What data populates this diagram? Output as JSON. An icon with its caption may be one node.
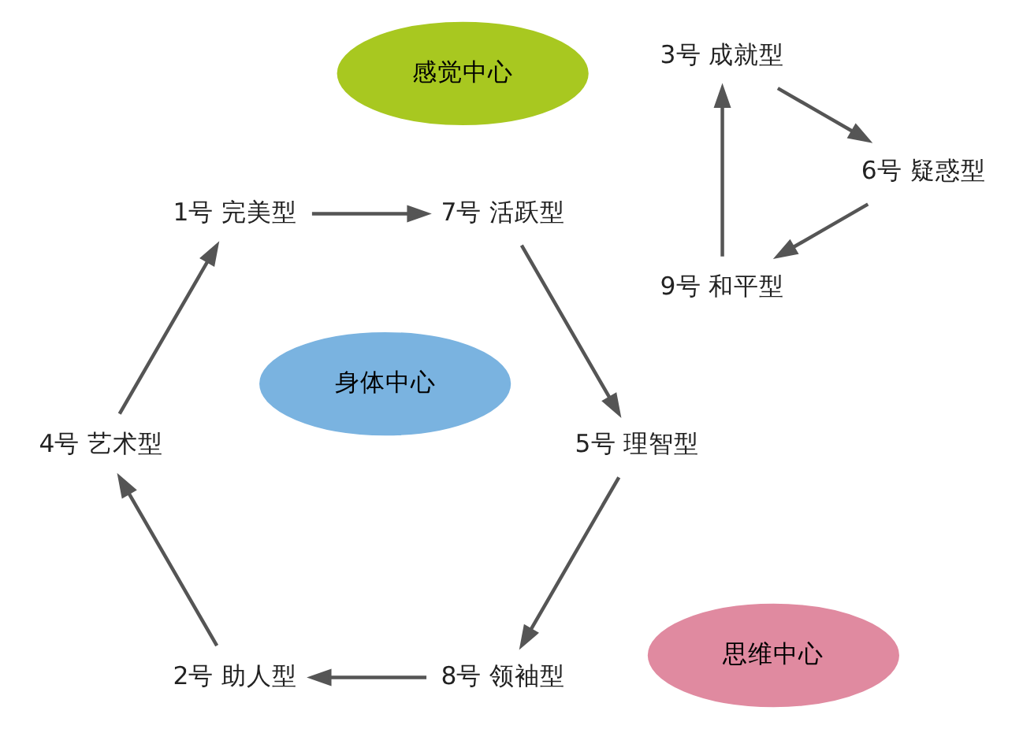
{
  "diagram": {
    "nodes": [
      {
        "text": [
          "9号 和平型"
        ]
      },
      {
        "text": [
          "8号 领袖型"
        ]
      },
      {
        "text": [
          "1号 完美型"
        ]
      },
      {
        "text": [
          "身体中心"
        ]
      },
      {
        "text": [
          "7号 活跃型"
        ]
      },
      {
        "text": [
          "2号 助人型"
        ]
      },
      {
        "text": [
          "思维中心"
        ]
      },
      {
        "text": [
          "感觉中心"
        ]
      },
      {
        "text": [
          "6号 疑惑型"
        ]
      },
      {
        "text": [
          "3号 成就型"
        ]
      },
      {
        "text": [
          "5号 理智型"
        ]
      },
      {
        "text": [
          "4号 艺术型"
        ]
      }
    ],
    "edges": [
      {
        "from": 0,
        "to": 9,
        "arrow": "to"
      },
      {
        "from": 9,
        "to": 8,
        "arrow": "to"
      },
      {
        "from": 8,
        "to": 0,
        "arrow": "to"
      },
      {
        "from": 2,
        "to": 4,
        "arrow": "to"
      },
      {
        "from": 4,
        "to": 10,
        "arrow": "to"
      },
      {
        "from": 10,
        "to": 1,
        "arrow": "to"
      },
      {
        "from": 1,
        "to": 5,
        "arrow": "to"
      },
      {
        "from": 5,
        "to": 11,
        "arrow": "to"
      },
      {
        "from": 11,
        "to": 2,
        "arrow": "to"
      }
    ]
  }
}
